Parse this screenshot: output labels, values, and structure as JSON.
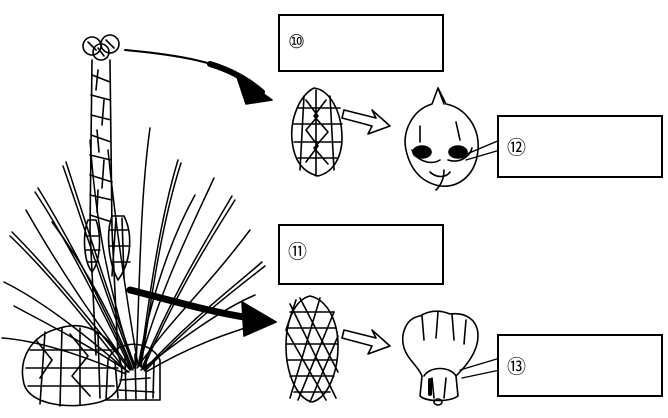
{
  "labels": {
    "box10": "⑩",
    "box11": "⑪",
    "box12": "⑫",
    "box13": "⑬"
  },
  "parts": {
    "plant": "pine-branch",
    "upper_cone": "female-cone",
    "upper_scale": "ovuliferous-scale",
    "lower_cone": "male-cone",
    "lower_scale": "stamen-scale"
  }
}
